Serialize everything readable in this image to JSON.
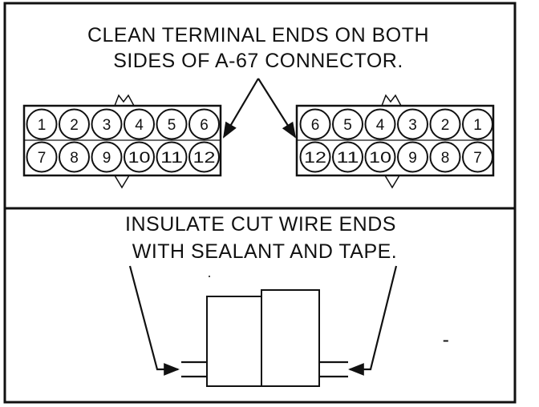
{
  "top_panel": {
    "caption_lines": [
      "CLEAN TERMINAL ENDS ON BOTH",
      "SIDES OF A-67 CONNECTOR."
    ],
    "left_connector": {
      "row_top": [
        "1",
        "2",
        "3",
        "4",
        "5",
        "6"
      ],
      "row_bottom": [
        "7",
        "8",
        "9",
        "10",
        "11",
        "12"
      ]
    },
    "right_connector": {
      "row_top": [
        "6",
        "5",
        "4",
        "3",
        "2",
        "1"
      ],
      "row_bottom": [
        "12",
        "11",
        "10",
        "9",
        "8",
        "7"
      ]
    }
  },
  "bottom_panel": {
    "caption_lines": [
      "INSULATE CUT WIRE ENDS",
      "WITH SEALANT AND TAPE."
    ],
    "stray_mark": "-"
  },
  "colors": {
    "ink": "#111111",
    "paper": "#ffffff"
  }
}
